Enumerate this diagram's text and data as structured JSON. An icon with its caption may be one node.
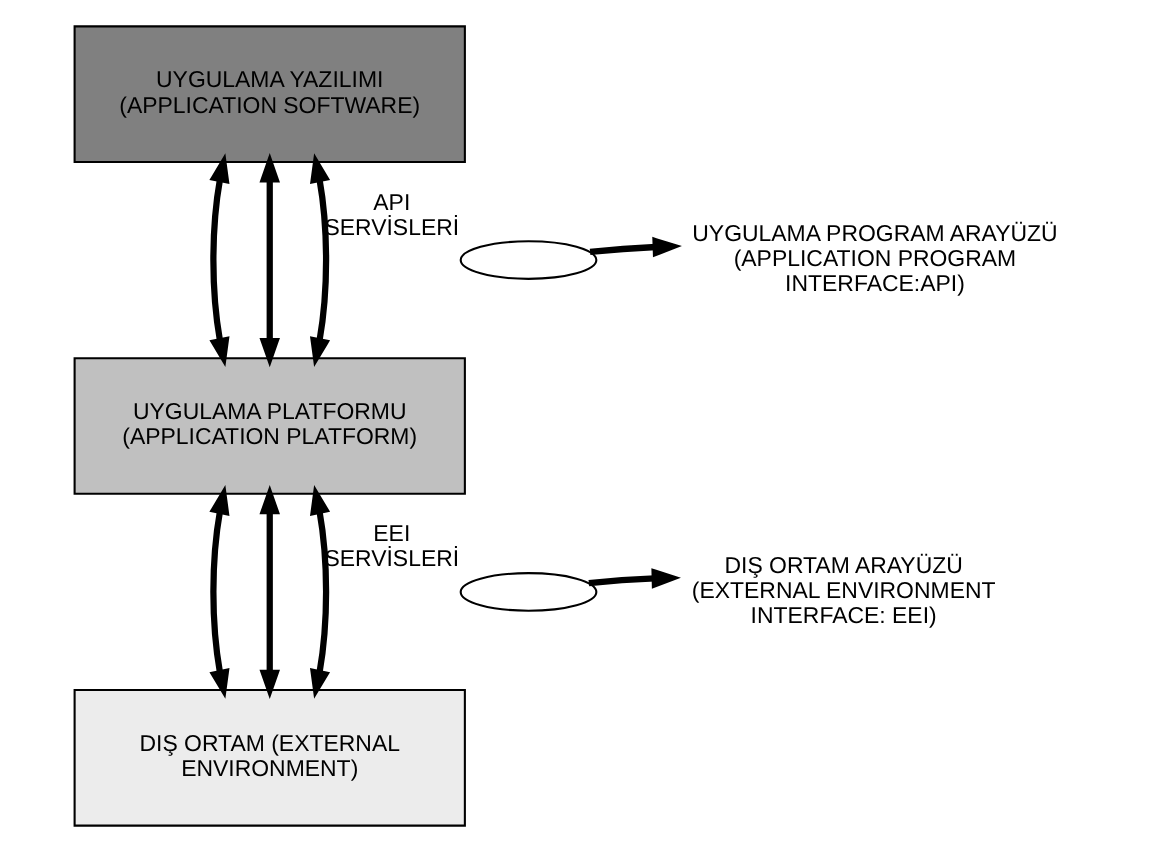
{
  "diagram": {
    "nodes": [
      {
        "text": [
          "UYGULAMA YAZILIMI (APPLICATION SOFTWARE)"
        ]
      },
      {
        "text": [
          "UYGULAMA PLATFORMU (APPLICATION PLATFORM)"
        ]
      },
      {
        "text": [
          "DIŞ ORTAM (EXTERNAL ENVIRONMENT)"
        ]
      },
      {
        "text": [],
        "shape": "ellipse",
        "beside": [
          "API SERVİSLERİ"
        ]
      },
      {
        "text": [
          "UYGULAMA PROGRAM ARAYÜZÜ (APPLICATION PROGRAM INTERFACE:API)"
        ]
      },
      {
        "text": [],
        "shape": "ellipse",
        "beside": [
          "EEI SERVİSLERİ"
        ]
      },
      {
        "text": [
          "DIŞ ORTAM ARAYÜZÜ (EXTERNAL ENVIRONMENT INTERFACE: EEI)"
        ]
      }
    ],
    "edges": [
      {
        "from": 0,
        "to": 1,
        "arrow": "both"
      },
      {
        "from": 0,
        "to": 1,
        "arrow": "both"
      },
      {
        "from": 0,
        "to": 1,
        "arrow": "both"
      },
      {
        "from": 3,
        "to": 4,
        "arrow": "to"
      },
      {
        "from": 1,
        "to": 2,
        "arrow": "both"
      },
      {
        "from": 1,
        "to": 2,
        "arrow": "both"
      },
      {
        "from": 1,
        "to": 2,
        "arrow": "both"
      },
      {
        "from": 5,
        "to": 6,
        "arrow": "to"
      }
    ]
  }
}
